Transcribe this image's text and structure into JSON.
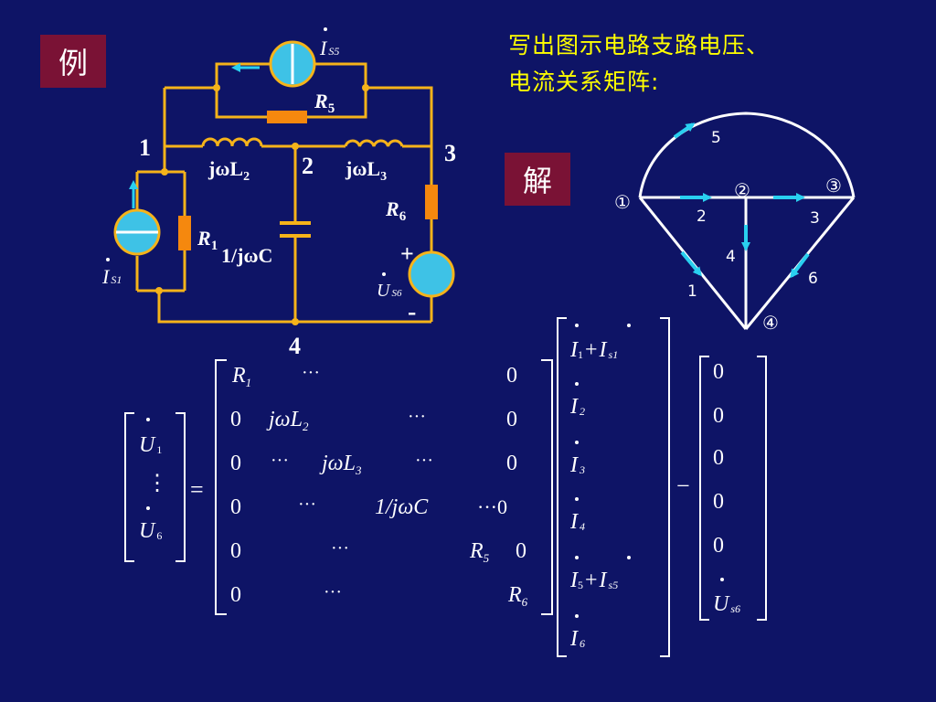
{
  "header": {
    "example_tag": "例",
    "task_line1": "写出图示电路支路电压、",
    "task_line2": "电流关系矩阵:",
    "solution_tag": "解"
  },
  "circuit": {
    "node_1": "1",
    "node_2": "2",
    "node_3": "3",
    "node_4": "4",
    "L2": "jωL",
    "L2_sub": "2",
    "L3": "jωL",
    "L3_sub": "3",
    "R5": "R",
    "R5_sub": "5",
    "R6": "R",
    "R6_sub": "6",
    "R1": "R",
    "R1_sub": "1",
    "C": "1/jωC",
    "Is5": "I",
    "Is5_sub": "S5",
    "Is1": "I",
    "Is1_sub": "S1",
    "Us6": "U",
    "Us6_sub": "S6",
    "plus": "+",
    "minus": "-"
  },
  "graph": {
    "node_1": "①",
    "node_2": "②",
    "node_3": "③",
    "node_4": "④",
    "branch_1": "1",
    "branch_2": "2",
    "branch_3": "3",
    "branch_4": "4",
    "branch_5": "5",
    "branch_6": "6"
  },
  "equation": {
    "lhs": {
      "top": "U",
      "top_sub": "1",
      "dots": "⋮",
      "bottom": "U",
      "bottom_sub": "6"
    },
    "equals": "=",
    "minus": "−",
    "matrix": {
      "r1": [
        "R",
        "1",
        "···",
        "0"
      ],
      "r2": [
        "0",
        "jωL",
        "2",
        "···",
        "0"
      ],
      "r3": [
        "0",
        "···",
        "jωL",
        "3",
        "···",
        "0"
      ],
      "r4": [
        "0",
        "···",
        "1/jωC",
        "···0"
      ],
      "r5": [
        "0",
        "···",
        "R",
        "5",
        "0"
      ],
      "r6": [
        "0",
        "···",
        "R",
        "6"
      ]
    },
    "current_vector": {
      "r1": [
        "I",
        "1",
        "+",
        "I",
        "s1"
      ],
      "r2": [
        "I",
        "2"
      ],
      "r3": [
        "I",
        "3"
      ],
      "r4": [
        "I",
        "4"
      ],
      "r5": [
        "I",
        "5",
        "+",
        "I",
        "s5"
      ],
      "r6": [
        "I",
        "6"
      ]
    },
    "source_vector": {
      "r1": "0",
      "r2": "0",
      "r3": "0",
      "r4": "0",
      "r5": "0",
      "r6": "U",
      "r6_sub": "s6"
    }
  },
  "colors": {
    "background": "#0e1466",
    "wire": "#f5b31a",
    "source_fill": "#3ec2e6",
    "arrow": "#29d0f0",
    "tag_bg": "#7a1235",
    "task_text": "#ffff00"
  }
}
